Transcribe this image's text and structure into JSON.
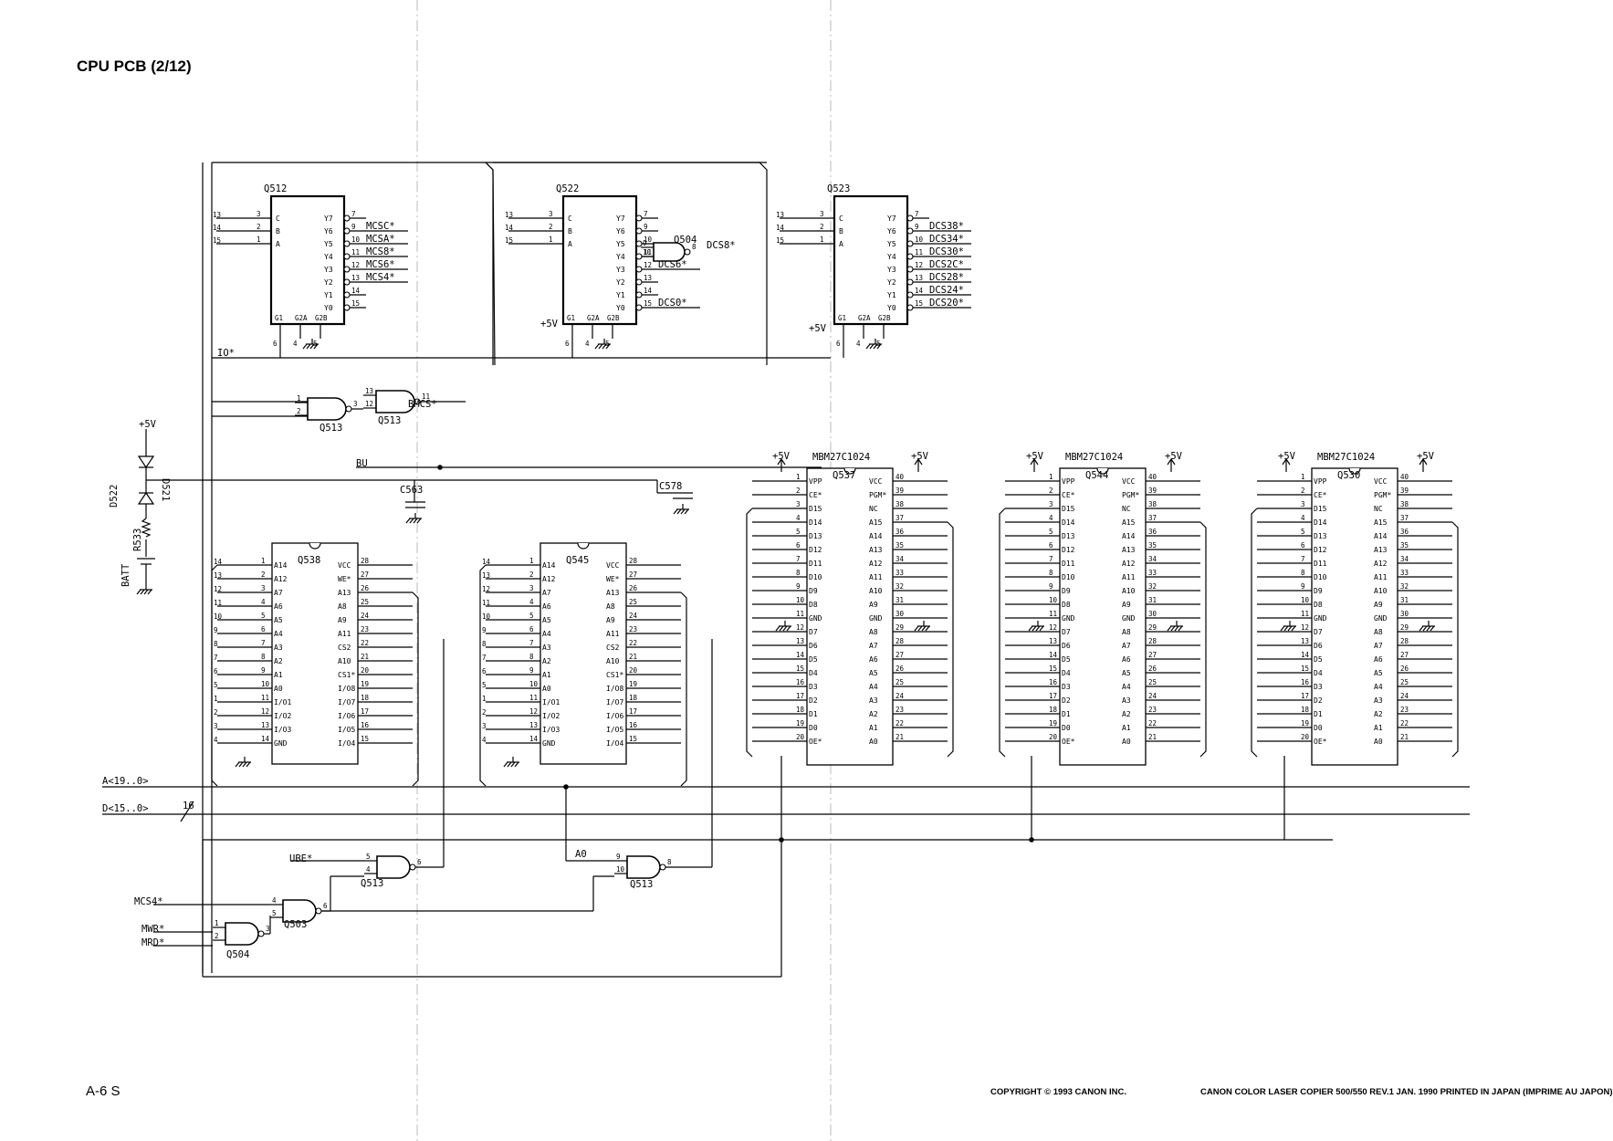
{
  "page": {
    "title": "CPU PCB (2/12)",
    "page_number": "A-6 S",
    "copyright": "COPYRIGHT © 1993 CANON INC.",
    "product_note": "CANON COLOR LASER COPIER 500/550 REV.1 JAN. 1990 PRINTED IN JAPAN (IMPRIME AU JAPON)"
  },
  "decoders": [
    {
      "ref": "Q512",
      "in_pins": [
        "3",
        "2",
        "1"
      ],
      "in_labels": [
        "C",
        "B",
        "A"
      ],
      "out_pins": [
        "7",
        "9",
        "10",
        "11",
        "12",
        "13",
        "14",
        "15"
      ],
      "out_labels": [
        "Y7",
        "Y6",
        "Y5",
        "Y4",
        "Y3",
        "Y2",
        "Y1",
        "Y0"
      ],
      "outputs": [
        "",
        "MCSC*",
        "MCSA*",
        "MCS8*",
        "MCS6*",
        "MCS4*",
        "",
        ""
      ],
      "enable_labels": [
        "G1",
        "G2A",
        "G2B"
      ],
      "enable_pins": [
        "6",
        "4",
        "5"
      ]
    },
    {
      "ref": "Q522",
      "in_pins": [
        "3",
        "2",
        "1"
      ],
      "in_labels": [
        "C",
        "B",
        "A"
      ],
      "out_pins": [
        "7",
        "9",
        "10",
        "11",
        "12",
        "13",
        "14",
        "15"
      ],
      "out_labels": [
        "Y7",
        "Y6",
        "Y5",
        "Y4",
        "Y3",
        "Y2",
        "Y1",
        "Y0"
      ],
      "outputs": [
        "",
        "",
        "",
        "",
        "DCS6*",
        "",
        "",
        "DCS0*"
      ],
      "enable_labels": [
        "G1",
        "G2A",
        "G2B"
      ],
      "enable_pins": [
        "6",
        "4",
        "5"
      ]
    },
    {
      "ref": "Q523",
      "in_pins": [
        "3",
        "2",
        "1"
      ],
      "in_labels": [
        "C",
        "B",
        "A"
      ],
      "out_pins": [
        "7",
        "9",
        "10",
        "11",
        "12",
        "13",
        "14",
        "15"
      ],
      "out_labels": [
        "Y7",
        "Y6",
        "Y5",
        "Y4",
        "Y3",
        "Y2",
        "Y1",
        "Y0"
      ],
      "outputs": [
        "",
        "DCS38*",
        "DCS34*",
        "DCS30*",
        "DCS2C*",
        "DCS28*",
        "DCS24*",
        "DCS20*"
      ],
      "enable_labels": [
        "G1",
        "G2A",
        "G2B"
      ],
      "enable_pins": [
        "6",
        "4",
        "5"
      ]
    }
  ],
  "srams": [
    {
      "ref": "Q538",
      "left_labels": [
        "A14",
        "A12",
        "A7",
        "A6",
        "A5",
        "A4",
        "A3",
        "A2",
        "A1",
        "A0",
        "I/O1",
        "I/O2",
        "I/O3",
        "GND"
      ],
      "left_pins": [
        "1",
        "2",
        "3",
        "4",
        "5",
        "6",
        "7",
        "8",
        "9",
        "10",
        "11",
        "12",
        "13",
        "14"
      ],
      "right_labels": [
        "VCC",
        "WE*",
        "A13",
        "A8",
        "A9",
        "A11",
        "CS2",
        "A10",
        "CS1*",
        "I/O8",
        "I/O7",
        "I/O6",
        "I/O5",
        "I/O4"
      ],
      "right_pins": [
        "28",
        "27",
        "26",
        "25",
        "24",
        "23",
        "22",
        "21",
        "20",
        "19",
        "18",
        "17",
        "16",
        "15"
      ]
    },
    {
      "ref": "Q545",
      "left_labels": [
        "A14",
        "A12",
        "A7",
        "A6",
        "A5",
        "A4",
        "A3",
        "A2",
        "A1",
        "A0",
        "I/O1",
        "I/O2",
        "I/O3",
        "GND"
      ],
      "left_pins": [
        "1",
        "2",
        "3",
        "4",
        "5",
        "6",
        "7",
        "8",
        "9",
        "10",
        "11",
        "12",
        "13",
        "14"
      ],
      "right_labels": [
        "VCC",
        "WE*",
        "A13",
        "A8",
        "A9",
        "A11",
        "CS2",
        "A10",
        "CS1*",
        "I/O8",
        "I/O7",
        "I/O6",
        "I/O5",
        "I/O4"
      ],
      "right_pins": [
        "28",
        "27",
        "26",
        "25",
        "24",
        "23",
        "22",
        "21",
        "20",
        "19",
        "18",
        "17",
        "16",
        "15"
      ]
    }
  ],
  "eproms": [
    {
      "ref": "Q537",
      "part": "MBM27C1024"
    },
    {
      "ref": "Q544",
      "part": "MBM27C1024"
    },
    {
      "ref": "Q530",
      "part": "MBM27C1024"
    }
  ],
  "eprom_pins": {
    "left_labels": [
      "VPP",
      "CE*",
      "D15",
      "D14",
      "D13",
      "D12",
      "D11",
      "D10",
      "D9",
      "D8",
      "GND",
      "D7",
      "D6",
      "D5",
      "D4",
      "D3",
      "D2",
      "D1",
      "D0",
      "OE*"
    ],
    "left_pins": [
      "1",
      "2",
      "3",
      "4",
      "5",
      "6",
      "7",
      "8",
      "9",
      "10",
      "11",
      "12",
      "13",
      "14",
      "15",
      "16",
      "17",
      "18",
      "19",
      "20"
    ],
    "right_labels": [
      "VCC",
      "PGM*",
      "NC",
      "A15",
      "A14",
      "A13",
      "A12",
      "A11",
      "A10",
      "A9",
      "GND",
      "A8",
      "A7",
      "A6",
      "A5",
      "A4",
      "A3",
      "A2",
      "A1",
      "A0"
    ],
    "right_pins": [
      "40",
      "39",
      "38",
      "37",
      "36",
      "35",
      "34",
      "33",
      "32",
      "31",
      "30",
      "29",
      "28",
      "27",
      "26",
      "25",
      "24",
      "23",
      "22",
      "21"
    ]
  },
  "labels": {
    "io": "IO*",
    "bmcs": "BMCS*",
    "bu": "BU",
    "batt": "BATT",
    "vcc": "+5V",
    "addr_bus": "A<19..0>",
    "data_bus": "D<15..0>",
    "bus_width": "16",
    "ube": "UBE*",
    "a0": "A0",
    "mcs4": "MCS4*",
    "mwr": "MWR*",
    "mrd": "MRD*",
    "dcs8": "DCS8*"
  },
  "parts": {
    "d521": "D521",
    "d522": "D522",
    "r533": "R533",
    "c563": "C563",
    "c578": "C578",
    "q513": "Q513",
    "q503": "Q503",
    "q504": "Q504"
  }
}
